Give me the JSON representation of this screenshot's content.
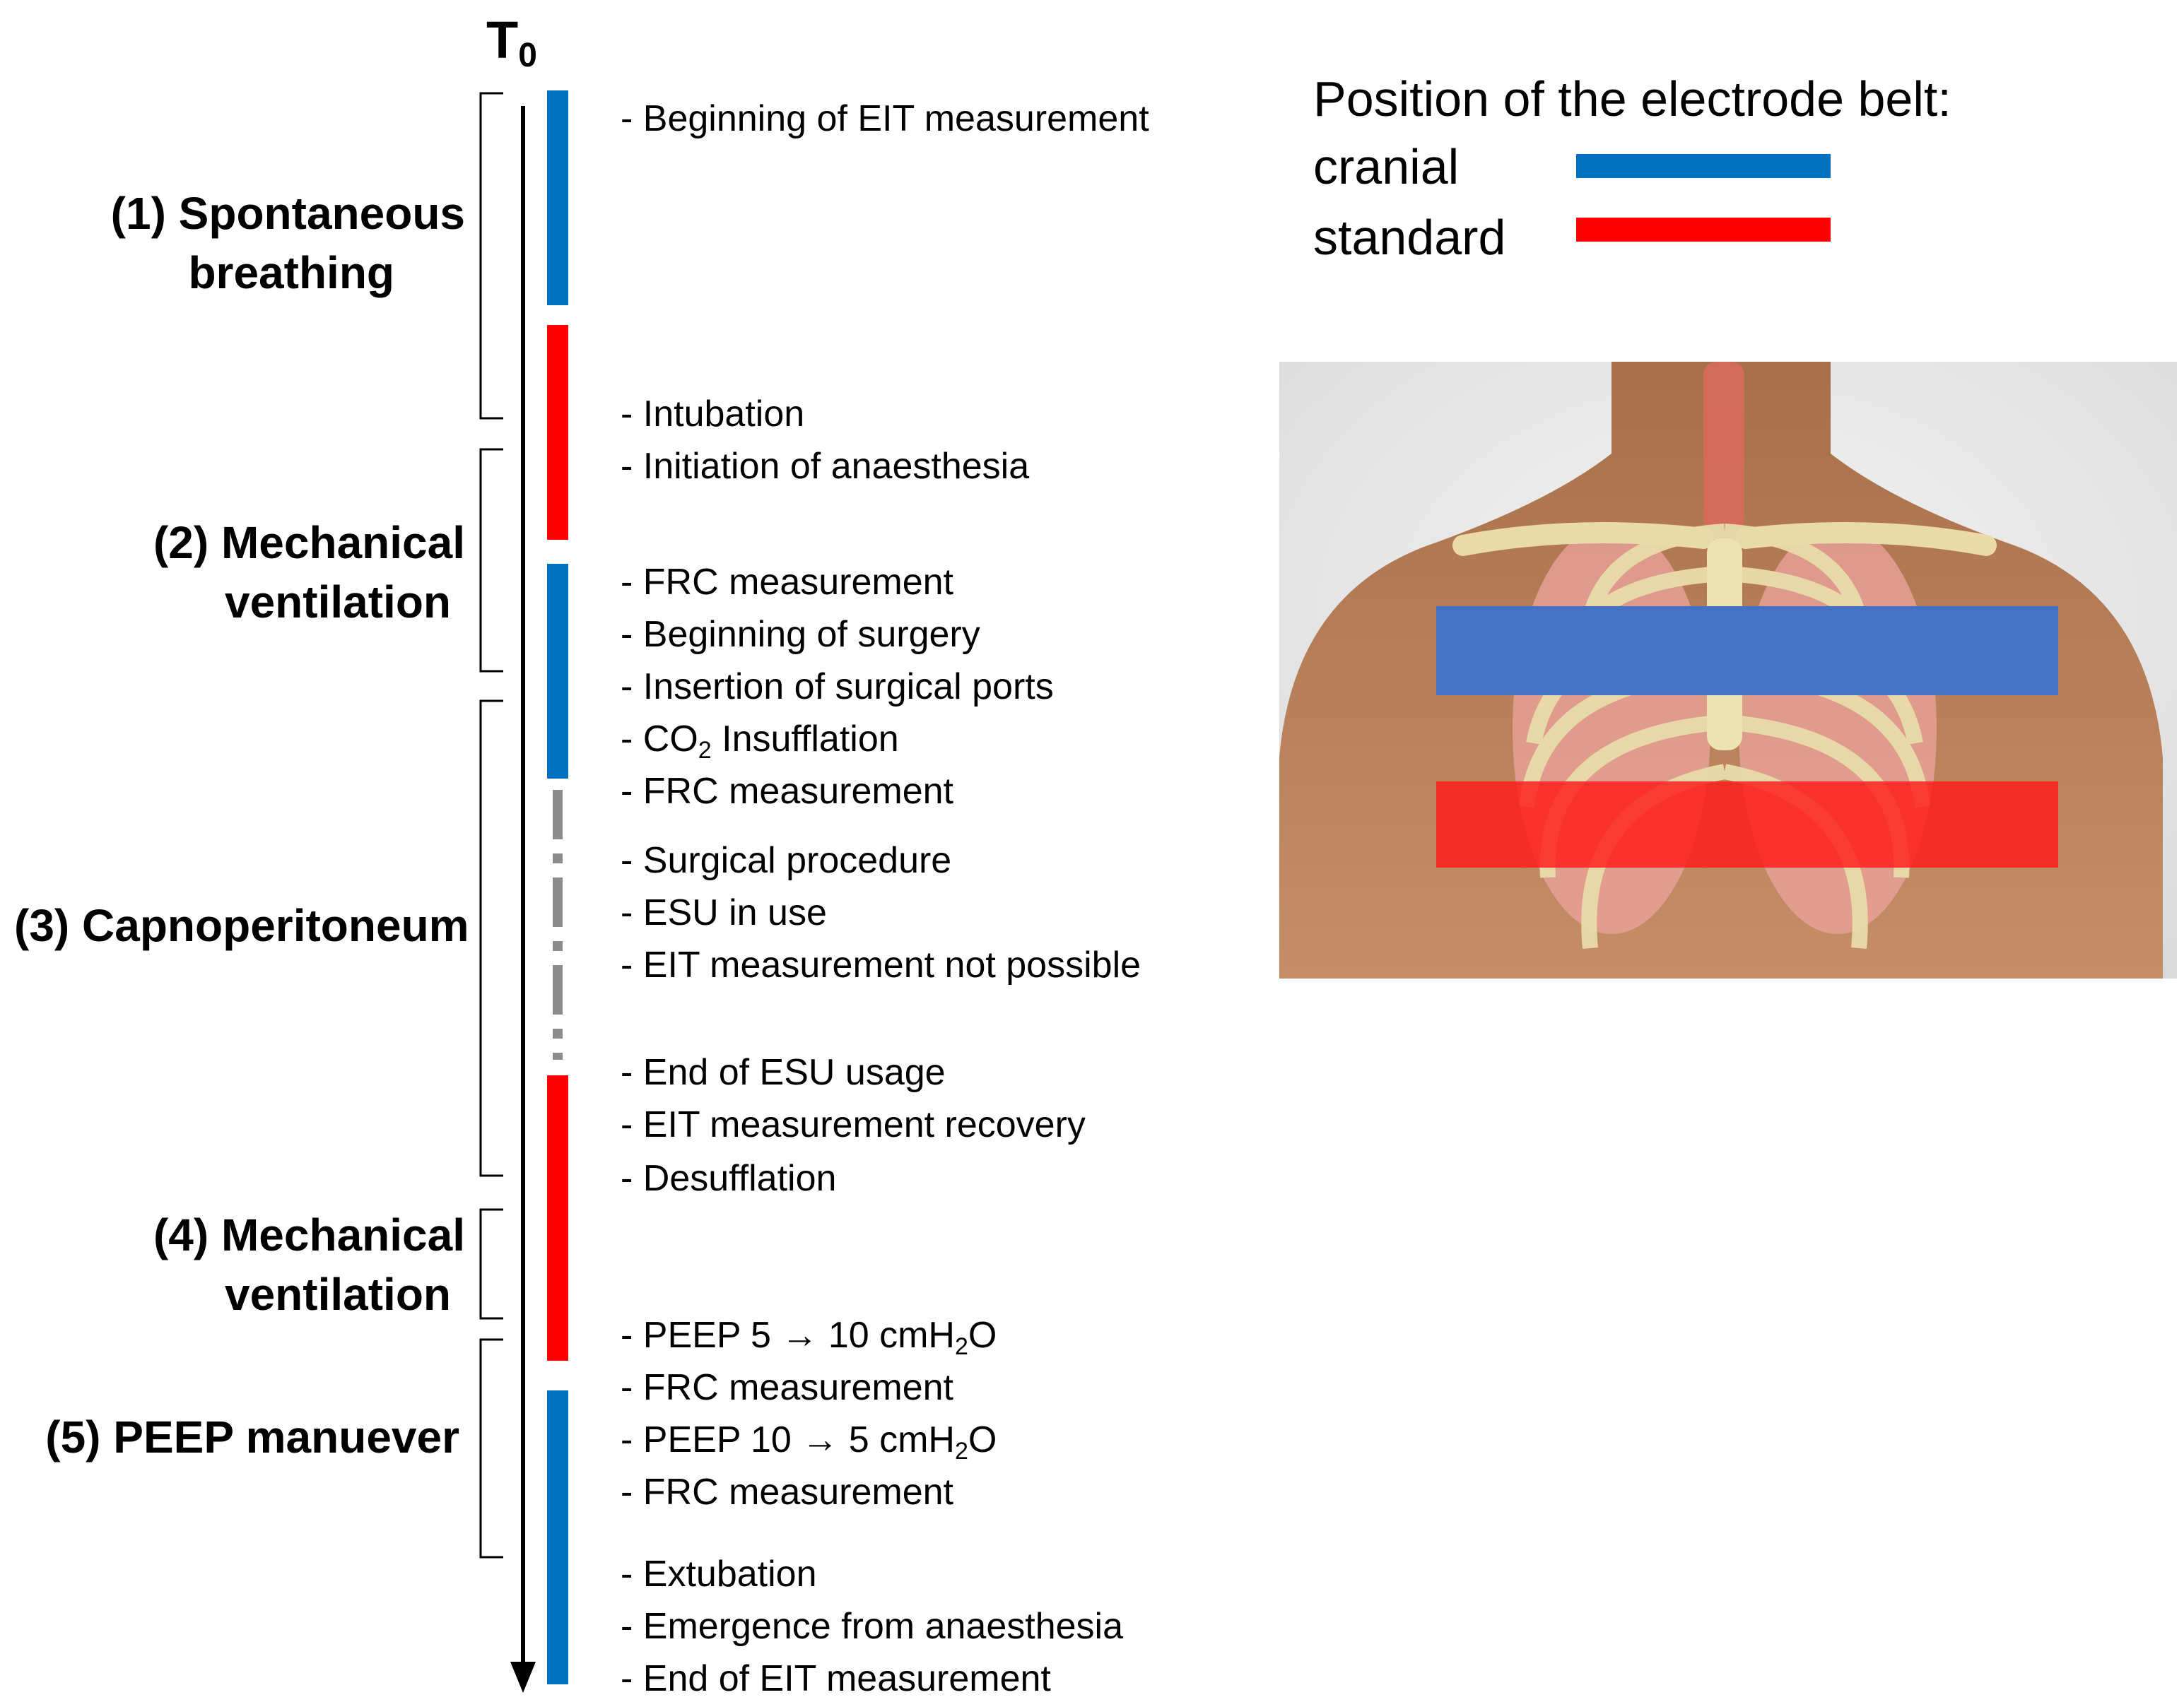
{
  "timeline": {
    "start_label": "T",
    "start_subscript": "0",
    "phases": [
      {
        "lines": [
          "(1) Spontaneous",
          "breathing"
        ]
      },
      {
        "lines": [
          "(2) Mechanical",
          "ventilation"
        ]
      },
      {
        "lines": [
          "(3) Capnoperitoneum"
        ]
      },
      {
        "lines": [
          "(4) Mechanical",
          "ventilation"
        ]
      },
      {
        "lines": [
          "(5) PEEP manuever"
        ]
      }
    ],
    "segments": [
      {
        "position": "cranial"
      },
      {
        "position": "standard"
      },
      {
        "position": "cranial"
      },
      {
        "position": "not possible"
      },
      {
        "position": "standard"
      },
      {
        "position": "cranial"
      }
    ],
    "events": [
      {
        "text": "- Beginning of EIT measurement"
      },
      {
        "text": "- Intubation"
      },
      {
        "text": "- Initiation of anaesthesia"
      },
      {
        "text": "- FRC measurement"
      },
      {
        "text": "- Beginning of surgery"
      },
      {
        "text": "- Insertion of surgical ports"
      },
      {
        "pre": "- CO",
        "sub": "2",
        "post": " Insufflation"
      },
      {
        "text": "- FRC measurement"
      },
      {
        "text": "- Surgical procedure"
      },
      {
        "text": "- ESU in use"
      },
      {
        "text": "- EIT measurement not possible"
      },
      {
        "text": "- End of ESU usage"
      },
      {
        "text": "- EIT measurement recovery"
      },
      {
        "text": "- Desufflation"
      },
      {
        "pre": "- PEEP 5 → 10 cmH",
        "sub": "2",
        "post": "O"
      },
      {
        "text": "- FRC measurement"
      },
      {
        "pre": "- PEEP 10 → 5 cmH",
        "sub": "2",
        "post": "O"
      },
      {
        "text": "- FRC measurement"
      },
      {
        "text": "- Extubation"
      },
      {
        "text": "- Emergence from anaesthesia"
      },
      {
        "text": "- End of EIT measurement"
      }
    ]
  },
  "legend": {
    "title": "Position of the electrode belt:",
    "items": [
      {
        "label": "cranial",
        "color": "#0070c0"
      },
      {
        "label": "standard",
        "color": "#ff0000"
      }
    ]
  },
  "illustration": {
    "name": "chest anatomy with electrode belts",
    "belts": [
      {
        "position": "cranial",
        "color": "#4472c4"
      },
      {
        "position": "standard",
        "color": "#ff1a1a"
      }
    ]
  }
}
